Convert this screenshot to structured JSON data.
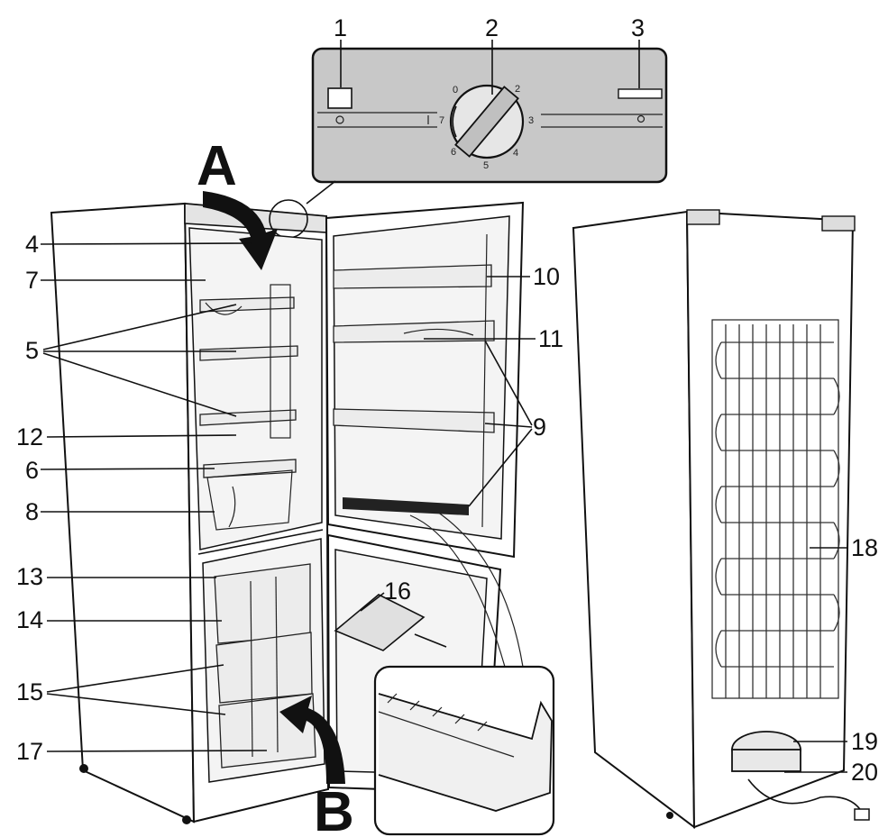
{
  "callouts": {
    "c1": "1",
    "c2": "2",
    "c3": "3",
    "c4": "4",
    "c5": "5",
    "c6": "6",
    "c7": "7",
    "c8": "8",
    "c9": "9",
    "c10": "10",
    "c11": "11",
    "c12": "12",
    "c13": "13",
    "c14": "14",
    "c15": "15",
    "c16": "16",
    "c17": "17",
    "c18": "18",
    "c19": "19",
    "c20": "20"
  },
  "arrows": {
    "a": "A",
    "b": "B"
  },
  "dial": {
    "n0": "0",
    "n2": "2",
    "n3": "3",
    "n4": "4",
    "n5": "5",
    "n6": "6",
    "n7": "7"
  },
  "colors": {
    "panel": "#c8c8c8",
    "line": "#111111"
  }
}
